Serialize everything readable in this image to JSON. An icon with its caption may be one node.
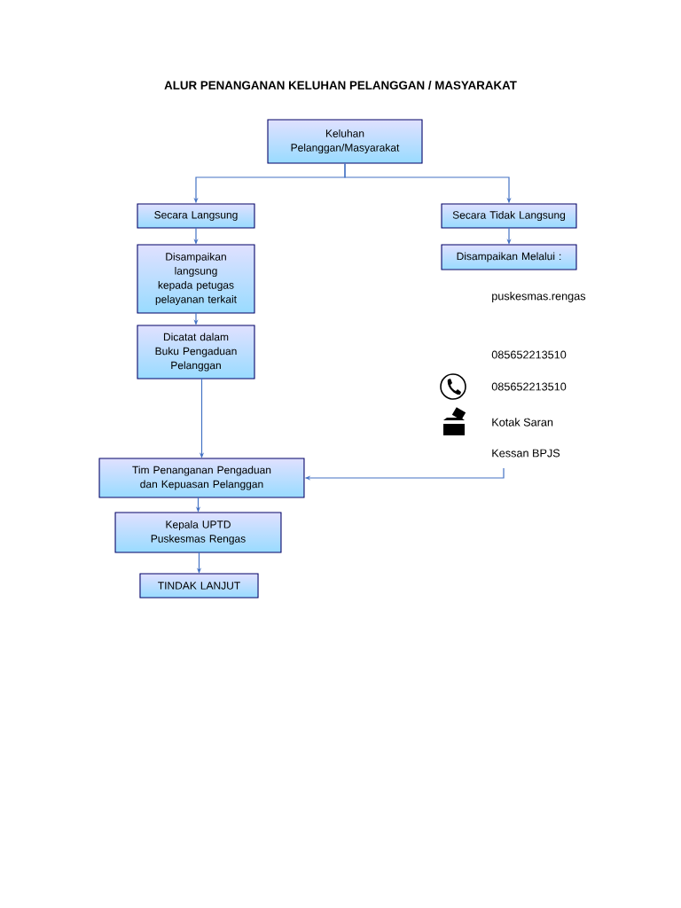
{
  "diagram": {
    "title": "ALUR PENANGANAN KELUHAN PELANGGAN / MASYARAKAT",
    "nodes": [
      {
        "text": [
          "Keluhan Pelanggan/Masyarakat"
        ]
      },
      {
        "text": [
          "Secara Langsung"
        ]
      },
      {
        "text": [
          "Secara Tidak Langsung"
        ]
      },
      {
        "text": [
          "Disampaikan langsung kepada petugas pelayanan terkait"
        ]
      },
      {
        "text": [
          "Disampaikan Melalui :"
        ]
      },
      {
        "text": [
          "Dicatat dalam Buku Pengaduan Pelanggan"
        ]
      },
      {
        "text": [
          "Tim Penanganan Pengaduan dan Kepuasan Pelanggan"
        ]
      },
      {
        "text": [
          "Kepala UPTD Puskesmas Rengas"
        ]
      },
      {
        "text": [
          "TINDAK LANJUT"
        ]
      }
    ],
    "edges": [
      {
        "from": 0,
        "to": 1,
        "arrow": "to"
      },
      {
        "from": 0,
        "to": 2,
        "arrow": "to"
      },
      {
        "from": 1,
        "to": 3,
        "arrow": "to"
      },
      {
        "from": 2,
        "to": 4,
        "arrow": "to"
      },
      {
        "from": 3,
        "to": 5,
        "arrow": "to"
      },
      {
        "from": 5,
        "to": 6,
        "arrow": "to"
      },
      {
        "from": null,
        "to": 6,
        "arrow": "to"
      },
      {
        "from": 6,
        "to": 7,
        "arrow": "to"
      },
      {
        "from": 7,
        "to": 8,
        "arrow": "to"
      }
    ],
    "labels": [
      "puskesmas.rengas",
      "085652213510",
      "085652213510",
      "Kotak Saran",
      "Kessan BPJS"
    ]
  }
}
